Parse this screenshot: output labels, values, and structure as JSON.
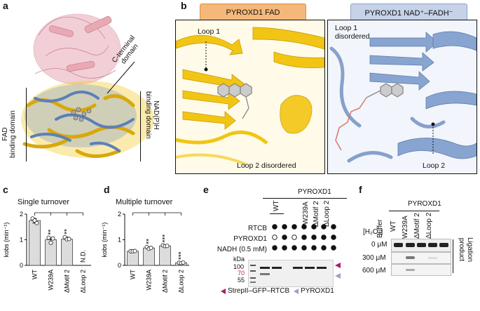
{
  "panels": {
    "a": {
      "label": "a",
      "domains": {
        "c_terminal": "C-terminal\ndomain",
        "fad": "FAD\nbinding domain",
        "nadph": "NAD(P)H\nbinding domain"
      }
    },
    "b": {
      "label": "b",
      "left_title": "PYROXD1 FAD",
      "right_title": "PYROXD1 NAD⁺–FADH⁻",
      "left_loop1": "Loop 1",
      "left_loop2": "Loop 2 disordered",
      "right_loop1": "Loop 1\ndisordered",
      "right_loop2": "Loop 2",
      "colors": {
        "fad_header": "#f5b87a",
        "nad_header": "#c5d2e8",
        "yellow": "#f2c514",
        "blue": "#7d9ccc"
      }
    },
    "c": {
      "label": "c",
      "title": "Single turnover",
      "ylabel": "kobs (min⁻¹)"
    },
    "d": {
      "label": "d",
      "title": "Multiple turnover",
      "ylabel": "kobs (min⁻¹)"
    },
    "e": {
      "label": "e",
      "header": "PYROXD1",
      "lanes": [
        "WT",
        "W239A",
        "ΔMotif 2",
        "ΔLoop 2"
      ],
      "rows": [
        "RTCB",
        "PYROXD1",
        "NADH (0.5 mM)"
      ],
      "kda": "kDa",
      "mw": [
        "100",
        "70",
        "55"
      ],
      "legend_a": "StrepII–GFP–RTCB",
      "legend_b": "PYROXD1",
      "colors": {
        "arrow_a": "#b0186a",
        "arrow_b": "#a0a0c0",
        "mw70": "#d0202a"
      }
    },
    "f": {
      "label": "f",
      "header": "PYROXD1",
      "lanes": [
        "Buffer",
        "WT",
        "W239A",
        "ΔMotif 2",
        "ΔLoop 2"
      ],
      "h2o2": "[H₂O₂]",
      "concs": [
        "0 μM",
        "300 μM",
        "600 μM"
      ],
      "product": "Ligation\nproduct"
    }
  },
  "chart_data": [
    {
      "panel": "c",
      "type": "bar",
      "title": "Single turnover",
      "xlabel": "",
      "ylabel": "kobs (min⁻¹)",
      "ylim": [
        0,
        2
      ],
      "yticks": [
        0,
        1,
        2
      ],
      "categories": [
        "WT",
        "W239A",
        "ΔMotif 2",
        "ΔLoop 2"
      ],
      "values": [
        1.75,
        1.0,
        1.02,
        null
      ],
      "points": [
        [
          1.83,
          1.75,
          1.65
        ],
        [
          1.08,
          0.88,
          1.05
        ],
        [
          1.1,
          1.02,
          1.03
        ],
        []
      ],
      "annotations": [
        "",
        "**",
        "**",
        "N.D."
      ]
    },
    {
      "panel": "d",
      "type": "bar",
      "title": "Multiple turnover",
      "xlabel": "",
      "ylabel": "kobs (min⁻¹)",
      "ylim": [
        0,
        2
      ],
      "yticks": [
        0,
        1,
        2
      ],
      "categories": [
        "WT",
        "W239A",
        "ΔMotif 2",
        "ΔLoop 2"
      ],
      "values": [
        0.55,
        0.68,
        0.76,
        0.1
      ],
      "points": [
        [
          0.55,
          0.55,
          0.56
        ],
        [
          0.72,
          0.65,
          0.68
        ],
        [
          0.78,
          0.75,
          0.76
        ],
        [
          0.1,
          0.09,
          0.11
        ]
      ],
      "annotations": [
        "",
        "**",
        "***",
        "***"
      ]
    }
  ]
}
